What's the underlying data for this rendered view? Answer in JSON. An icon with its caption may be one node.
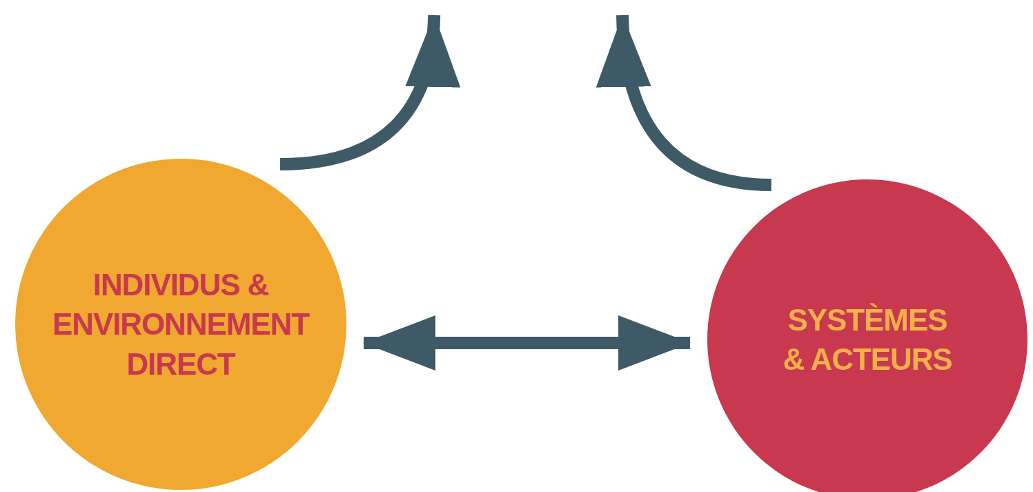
{
  "diagram": {
    "nodes": [
      {
        "text": [
          "INDIVIDUS & ENVIRONNEMENT DIRECT"
        ]
      },
      {
        "text": [
          "SYSTÈMES & ACTEURS"
        ]
      }
    ],
    "edges": [
      {
        "from": 0,
        "to": null,
        "arrow": "to"
      },
      {
        "from": 1,
        "to": null,
        "arrow": "to"
      },
      {
        "from": 0,
        "to": 1,
        "arrow": "both"
      }
    ]
  }
}
